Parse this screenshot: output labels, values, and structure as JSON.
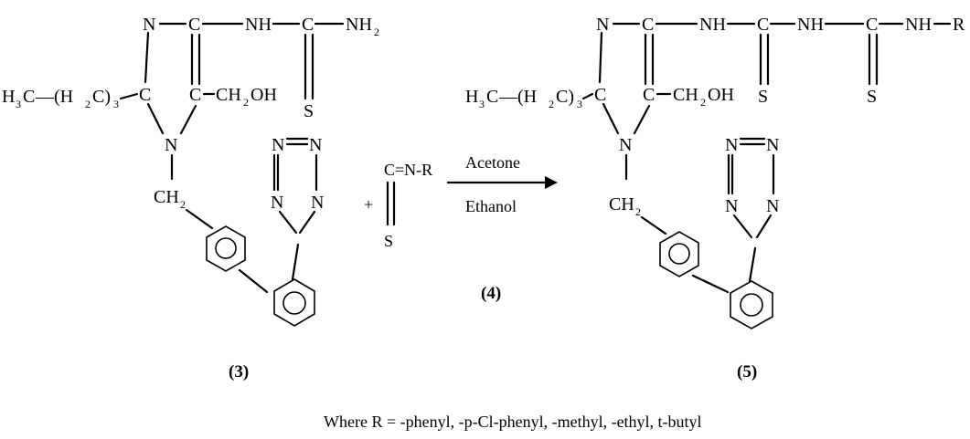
{
  "reactant": {
    "ring_n1": "N",
    "ring_c2": "C",
    "nh_1": "NH",
    "c_thio": "C",
    "nh2_main": "NH",
    "nh2_sub": "2",
    "s_1": "S",
    "ring_c4": "C",
    "ring_c5": "C",
    "ch2oh_a": "CH",
    "ch2oh_sub": "2",
    "ch2oh_b": "OH",
    "ring_n3": "N",
    "chain_h": "H",
    "chain_h_sub": "3",
    "chain_c": "C",
    "chain_paren_open": "—(H",
    "chain_paren_sub": "2",
    "chain_paren_close": "C)",
    "chain_repeat_sub": "3",
    "ch2_main": "CH",
    "ch2_sub": "2",
    "tetrazole_n": [
      "N",
      "N",
      "N",
      "N"
    ],
    "label": "(3)"
  },
  "isothiocyanate": {
    "plus": "+",
    "formula": "C=N-R",
    "s": "S",
    "label": "(4)"
  },
  "arrow": {
    "above": "Acetone",
    "below": "Ethanol"
  },
  "product": {
    "ring_n1": "N",
    "ring_c2": "C",
    "nh_1": "NH",
    "c_thio1": "C",
    "nh_2": "NH",
    "c_thio2": "C",
    "nh_r": "NH",
    "r": "R",
    "s_1": "S",
    "s_2": "S",
    "ring_c4": "C",
    "ring_c5": "C",
    "ch2oh_a": "CH",
    "ch2oh_sub": "2",
    "ch2oh_b": "OH",
    "ring_n3": "N",
    "chain_h": "H",
    "chain_h_sub": "3",
    "chain_c": "C",
    "chain_paren_open": "—(H",
    "chain_paren_sub": "2",
    "chain_paren_close": "C)",
    "chain_repeat_sub": "3",
    "ch2_main": "CH",
    "ch2_sub": "2",
    "tetrazole_n": [
      "N",
      "N",
      "N",
      "N"
    ],
    "label": "(5)"
  },
  "footnote": "Where R = -phenyl, -p-Cl-phenyl,  -methyl, -ethyl, t-butyl"
}
